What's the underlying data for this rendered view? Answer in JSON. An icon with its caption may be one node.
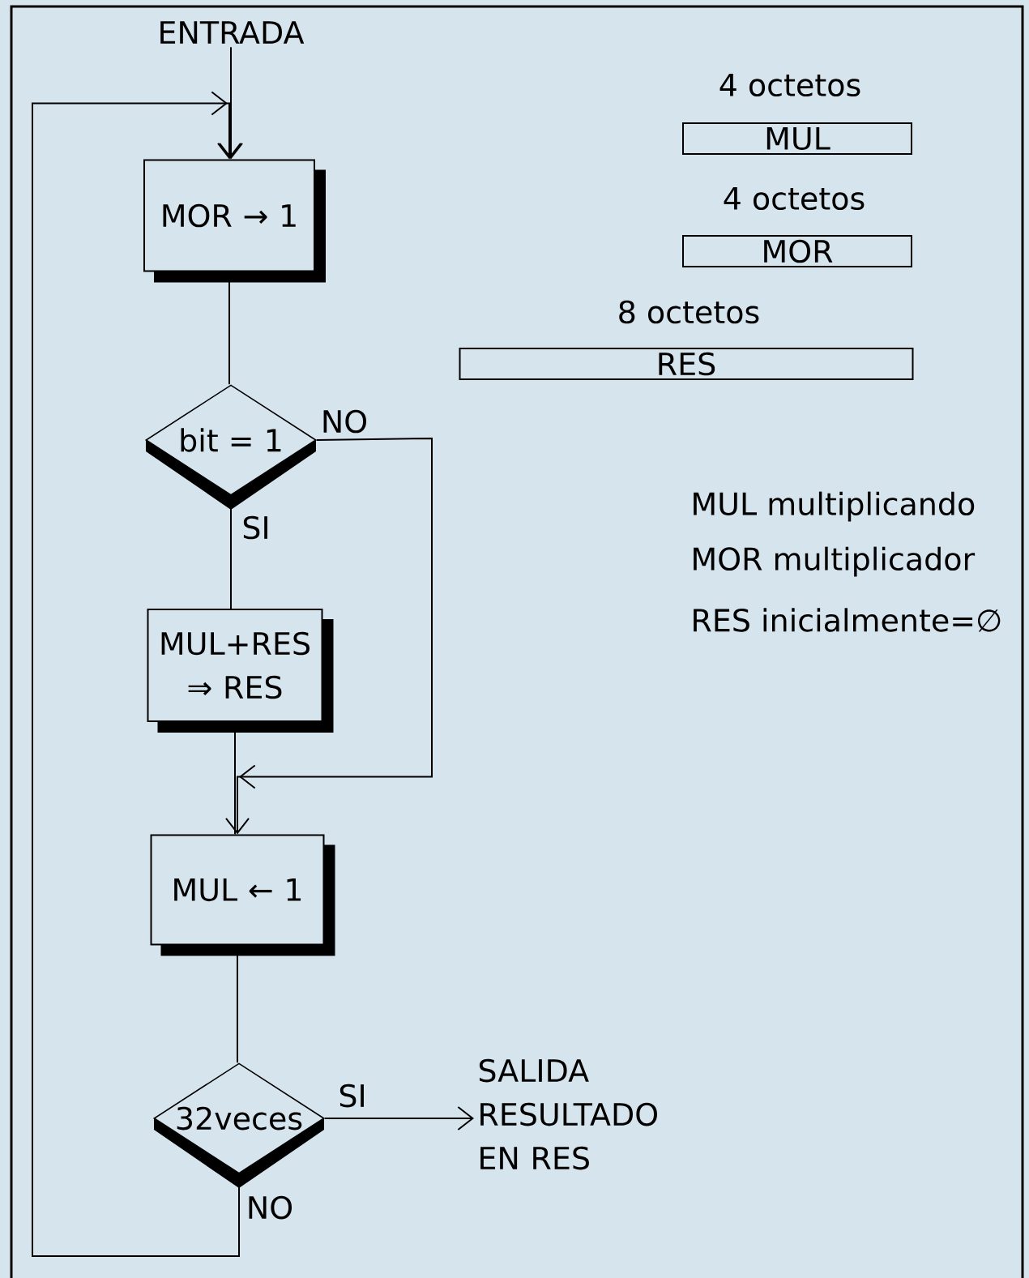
{
  "diagram": {
    "nodes": [
      {
        "text": [
          "ENTRADA"
        ]
      },
      {
        "text": [
          "MOR → 1"
        ]
      },
      {
        "text": [
          "bit = 1"
        ]
      },
      {
        "text": [
          "MUL+RES ⇒ RES"
        ]
      },
      {
        "text": [
          "MUL ← 1"
        ]
      },
      {
        "text": [
          "32veces"
        ]
      },
      {
        "text": [
          "SALIDA RESULTADO EN RES"
        ]
      },
      {
        "text": [
          "MUL"
        ],
        "beside": [
          "4 octetos"
        ]
      },
      {
        "text": [
          "MOR"
        ],
        "beside": [
          "4 octetos"
        ]
      },
      {
        "text": [
          "RES"
        ],
        "beside": [
          "8 octetos"
        ]
      }
    ],
    "edges": [
      {
        "from": 0,
        "to": 1,
        "arrow": "to"
      },
      {
        "from": 1,
        "to": 2,
        "arrow": "none"
      },
      {
        "from": 2,
        "to": 3,
        "arrow": "none",
        "label": "SI"
      },
      {
        "from": 2,
        "to": 4,
        "arrow": "to",
        "label": "NO"
      },
      {
        "from": 3,
        "to": 4,
        "arrow": "none"
      },
      {
        "from": 4,
        "to": 5,
        "arrow": "none"
      },
      {
        "from": 5,
        "to": 6,
        "arrow": "to",
        "label": "SI"
      },
      {
        "from": 5,
        "to": 1,
        "arrow": "to",
        "label": "NO"
      }
    ],
    "labels": [
      "MUL multiplicando",
      "MOR multiplicador",
      "RES inicialmente=∅"
    ]
  }
}
